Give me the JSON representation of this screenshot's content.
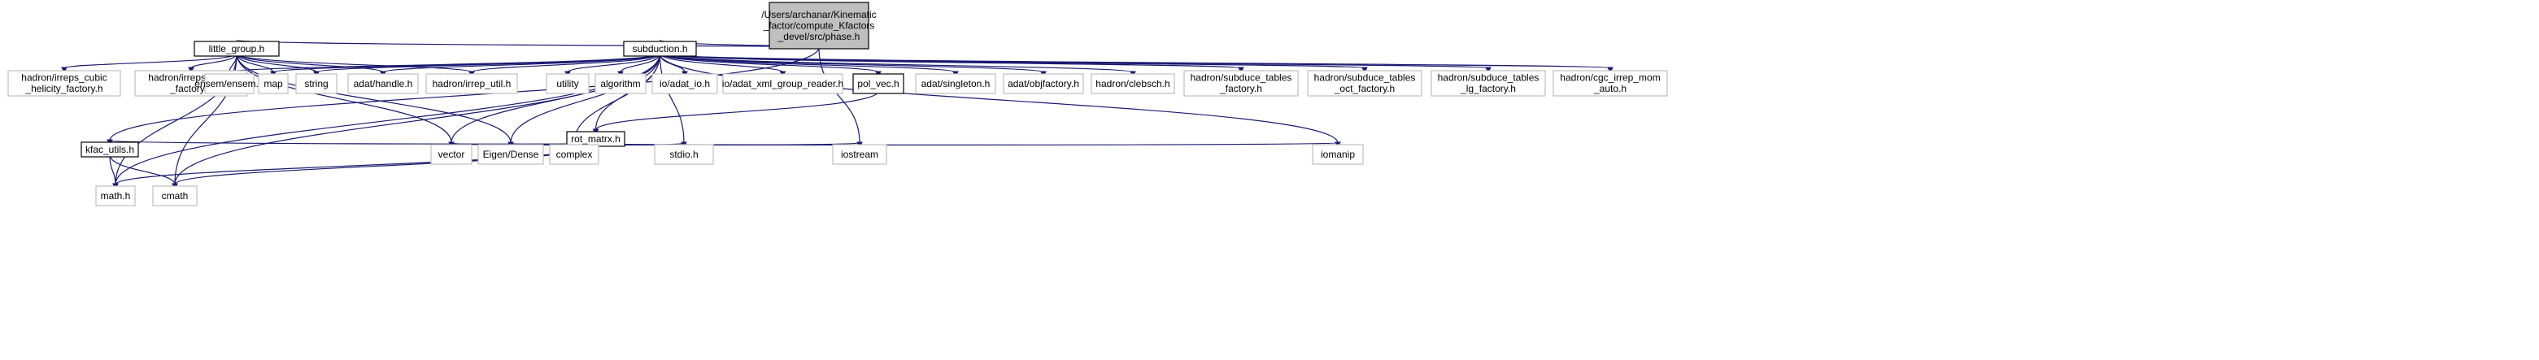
{
  "colors": {
    "edge": "#191970",
    "root_fill": "#bfbfbf",
    "root_stroke": "#000000",
    "doc_stroke": "#000000",
    "ext_stroke": "#bfbfbf",
    "fill": "#ffffff"
  },
  "nodes": [
    {
      "id": "phase",
      "lines": [
        "/Users/archanar/Kinematic",
        "_factor/compute_Kfactors",
        "_devel/src/phase.h"
      ],
      "kind": "root"
    },
    {
      "id": "little_group",
      "lines": [
        "little_group.h"
      ],
      "kind": "doc"
    },
    {
      "id": "subduction",
      "lines": [
        "subduction.h"
      ],
      "kind": "doc"
    },
    {
      "id": "helicity",
      "lines": [
        "hadron/irreps_cubic",
        "_helicity_factory.h"
      ],
      "kind": "ext"
    },
    {
      "id": "irreps_cubic",
      "lines": [
        "hadron/irreps_cubic",
        "_factory.h"
      ],
      "kind": "ext"
    },
    {
      "id": "ensem",
      "lines": [
        "ensem/ensem.h"
      ],
      "kind": "ext"
    },
    {
      "id": "map",
      "lines": [
        "map"
      ],
      "kind": "ext"
    },
    {
      "id": "string",
      "lines": [
        "string"
      ],
      "kind": "ext"
    },
    {
      "id": "handle",
      "lines": [
        "adat/handle.h"
      ],
      "kind": "ext"
    },
    {
      "id": "irrep_util",
      "lines": [
        "hadron/irrep_util.h"
      ],
      "kind": "ext"
    },
    {
      "id": "utility",
      "lines": [
        "utility"
      ],
      "kind": "ext"
    },
    {
      "id": "algorithm",
      "lines": [
        "algorithm"
      ],
      "kind": "ext"
    },
    {
      "id": "adat_io",
      "lines": [
        "io/adat_io.h"
      ],
      "kind": "ext"
    },
    {
      "id": "xml_group",
      "lines": [
        "io/adat_xml_group_reader.h"
      ],
      "kind": "ext"
    },
    {
      "id": "pol_vec",
      "lines": [
        "pol_vec.h"
      ],
      "kind": "doc"
    },
    {
      "id": "singleton",
      "lines": [
        "adat/singleton.h"
      ],
      "kind": "ext"
    },
    {
      "id": "objfactory",
      "lines": [
        "adat/objfactory.h"
      ],
      "kind": "ext"
    },
    {
      "id": "clebsch",
      "lines": [
        "hadron/clebsch.h"
      ],
      "kind": "ext"
    },
    {
      "id": "sub_factory",
      "lines": [
        "hadron/subduce_tables",
        "_factory.h"
      ],
      "kind": "ext"
    },
    {
      "id": "sub_oct",
      "lines": [
        "hadron/subduce_tables",
        "_oct_factory.h"
      ],
      "kind": "ext"
    },
    {
      "id": "sub_lg",
      "lines": [
        "hadron/subduce_tables",
        "_lg_factory.h"
      ],
      "kind": "ext"
    },
    {
      "id": "cgc",
      "lines": [
        "hadron/cgc_irrep_mom",
        "_auto.h"
      ],
      "kind": "ext"
    },
    {
      "id": "rot_matrx",
      "lines": [
        "rot_matrx.h"
      ],
      "kind": "doc"
    },
    {
      "id": "kfac_utils",
      "lines": [
        "kfac_utils.h"
      ],
      "kind": "doc"
    },
    {
      "id": "vector",
      "lines": [
        "vector"
      ],
      "kind": "ext"
    },
    {
      "id": "eigen",
      "lines": [
        "Eigen/Dense"
      ],
      "kind": "ext"
    },
    {
      "id": "complex",
      "lines": [
        "complex"
      ],
      "kind": "ext"
    },
    {
      "id": "stdio",
      "lines": [
        "stdio.h"
      ],
      "kind": "ext"
    },
    {
      "id": "iostream",
      "lines": [
        "iostream"
      ],
      "kind": "ext"
    },
    {
      "id": "iomanip",
      "lines": [
        "iomanip"
      ],
      "kind": "ext"
    },
    {
      "id": "math",
      "lines": [
        "math.h"
      ],
      "kind": "ext"
    },
    {
      "id": "cmath",
      "lines": [
        "cmath"
      ],
      "kind": "ext"
    }
  ],
  "edges": [
    [
      "phase",
      "little_group"
    ],
    [
      "phase",
      "subduction"
    ],
    [
      "phase",
      "kfac_utils"
    ],
    [
      "phase",
      "iostream"
    ],
    [
      "little_group",
      "helicity"
    ],
    [
      "little_group",
      "irreps_cubic"
    ],
    [
      "little_group",
      "ensem"
    ],
    [
      "little_group",
      "map"
    ],
    [
      "little_group",
      "string"
    ],
    [
      "little_group",
      "handle"
    ],
    [
      "little_group",
      "irrep_util"
    ],
    [
      "little_group",
      "vector"
    ],
    [
      "little_group",
      "eigen"
    ],
    [
      "little_group",
      "math"
    ],
    [
      "little_group",
      "cmath"
    ],
    [
      "subduction",
      "ensem"
    ],
    [
      "subduction",
      "map"
    ],
    [
      "subduction",
      "string"
    ],
    [
      "subduction",
      "handle"
    ],
    [
      "subduction",
      "irrep_util"
    ],
    [
      "subduction",
      "utility"
    ],
    [
      "subduction",
      "algorithm"
    ],
    [
      "subduction",
      "adat_io"
    ],
    [
      "subduction",
      "xml_group"
    ],
    [
      "subduction",
      "pol_vec"
    ],
    [
      "subduction",
      "singleton"
    ],
    [
      "subduction",
      "objfactory"
    ],
    [
      "subduction",
      "clebsch"
    ],
    [
      "subduction",
      "sub_factory"
    ],
    [
      "subduction",
      "sub_oct"
    ],
    [
      "subduction",
      "sub_lg"
    ],
    [
      "subduction",
      "cgc"
    ],
    [
      "subduction",
      "vector"
    ],
    [
      "subduction",
      "eigen"
    ],
    [
      "subduction",
      "complex"
    ],
    [
      "subduction",
      "math"
    ],
    [
      "subduction",
      "rot_matrx"
    ],
    [
      "subduction",
      "stdio"
    ],
    [
      "subduction",
      "iomanip"
    ],
    [
      "subduction",
      "cmath"
    ],
    [
      "pol_vec",
      "rot_matrx"
    ],
    [
      "rot_matrx",
      "kfac_utils"
    ],
    [
      "rot_matrx",
      "vector"
    ],
    [
      "rot_matrx",
      "eigen"
    ],
    [
      "rot_matrx",
      "complex"
    ],
    [
      "rot_matrx",
      "stdio"
    ],
    [
      "rot_matrx",
      "iostream"
    ],
    [
      "rot_matrx",
      "iomanip"
    ],
    [
      "rot_matrx",
      "math"
    ],
    [
      "rot_matrx",
      "cmath"
    ],
    [
      "kfac_utils",
      "math"
    ],
    [
      "kfac_utils",
      "cmath"
    ]
  ]
}
